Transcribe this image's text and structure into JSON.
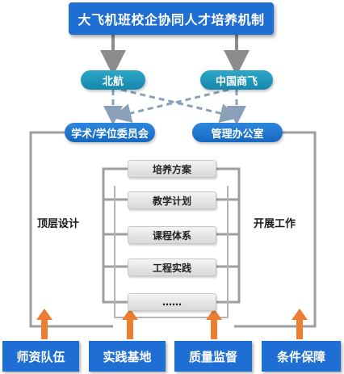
{
  "title": "大飞机班校企协同人才培养机制",
  "partners": [
    "北航",
    "中国商飞"
  ],
  "committees": [
    "学术/学位委员会",
    "管理办公室"
  ],
  "center_items": [
    "培养方案",
    "教学计划",
    "课程体系",
    "工程实践",
    "……"
  ],
  "side_labels": {
    "left": "顶层设计",
    "right": "开展工作"
  },
  "supports": [
    "师资队伍",
    "实践基地",
    "质量监督",
    "条件保障"
  ],
  "colors": {
    "primary": "#1f6ed4",
    "teal": "#1a97bb",
    "arrow_grey": "#8c8c8c",
    "dashed": "#8aa0b8",
    "orange": "#ed7d31"
  }
}
